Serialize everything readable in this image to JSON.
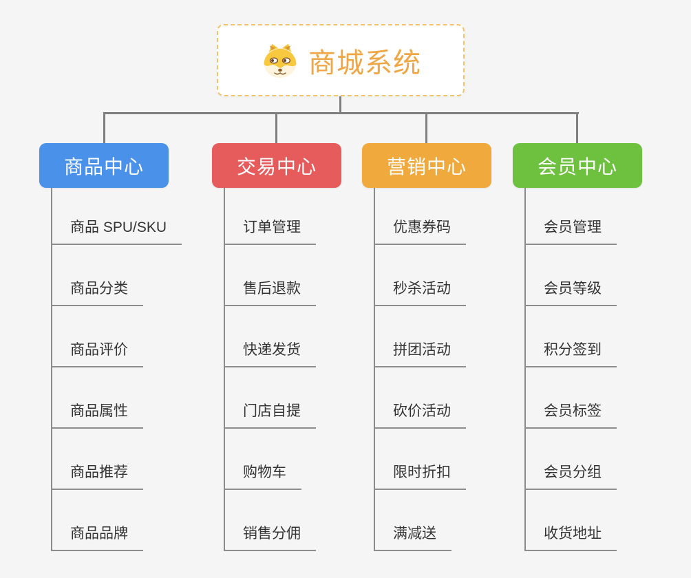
{
  "root": {
    "title": "商城系统",
    "icon": "doge-icon",
    "border_color": "#f3c26b",
    "title_color": "#f0a644"
  },
  "connector_color": "#7f7f7f",
  "branches": [
    {
      "label": "商品中心",
      "color": "#4a91ea",
      "children": [
        "商品 SPU/SKU",
        "商品分类",
        "商品评价",
        "商品属性",
        "商品推荐",
        "商品品牌"
      ]
    },
    {
      "label": "交易中心",
      "color": "#e65c5c",
      "children": [
        "订单管理",
        "售后退款",
        "快递发货",
        "门店自提",
        "购物车",
        "销售分佣"
      ]
    },
    {
      "label": "营销中心",
      "color": "#efa93c",
      "children": [
        "优惠券码",
        "秒杀活动",
        "拼团活动",
        "砍价活动",
        "限时折扣",
        "满减送"
      ]
    },
    {
      "label": "会员中心",
      "color": "#6ec13f",
      "children": [
        "会员管理",
        "会员等级",
        "积分签到",
        "会员标签",
        "会员分组",
        "收货地址"
      ]
    }
  ]
}
